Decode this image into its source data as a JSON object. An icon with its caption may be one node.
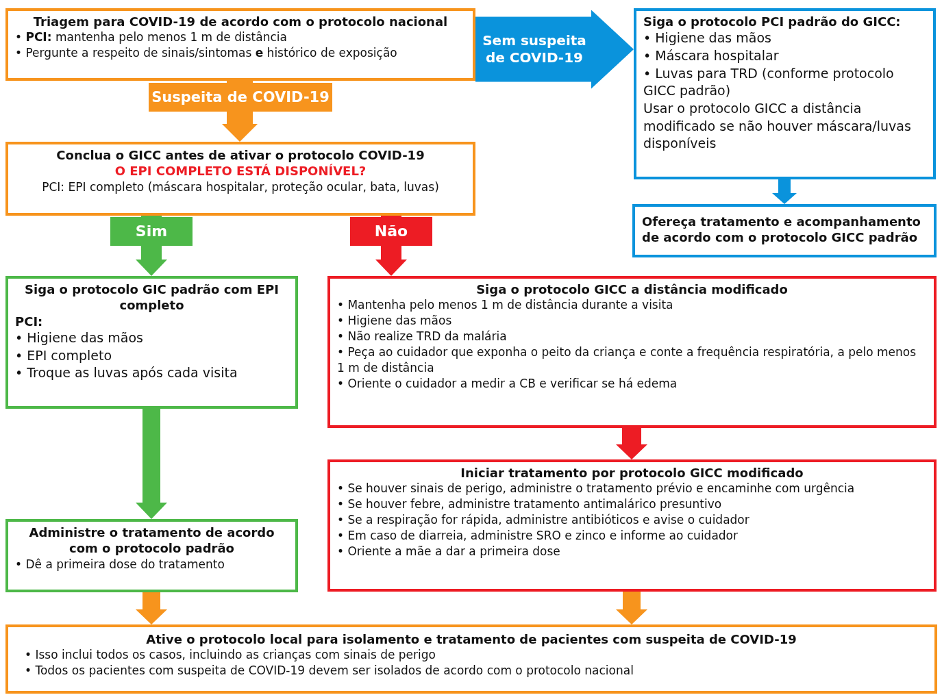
{
  "diagram": {
    "nodes": [
      {
        "text": [
          "Triagem para COVID-19 de acordo com o protocolo nacional",
          "• **PCI:** mantenha pelo menos 1 m de distância",
          "• Pergunte a respeito de sinais/sintomas **e** histórico de exposição"
        ]
      },
      {
        "text": [
          "Siga o protocolo PCI padrão do GICC:",
          "• Higiene das mãos",
          "• Máscara hospitalar",
          "• Luvas para TRD (conforme protocolo GICC padrão)",
          "Usar o protocolo GICC a distância modificado se não houver máscara/luvas disponíveis"
        ]
      },
      {
        "text": [
          "Ofereça tratamento e acompanhamento de acordo com o protocolo GICC padrão"
        ]
      },
      {
        "text": [
          "Conclua o GICC antes de ativar o protocolo COVID-19",
          "O EPI COMPLETO ESTÁ DISPONÍVEL?",
          "PCI: EPI completo (máscara hospitalar, proteção ocular, bata, luvas)"
        ]
      },
      {
        "text": [
          "Siga o protocolo GIC padrão com EPI completo",
          "PCI:",
          "• Higiene das mãos",
          "• EPI completo",
          "• Troque as luvas após cada visita"
        ]
      },
      {
        "text": [
          "Siga o protocolo GICC a distância modificado",
          "• Mantenha pelo menos 1 m de distância durante a visita",
          "• Higiene das mãos",
          "• Não realize TRD da malária",
          "• Peça ao cuidador que exponha o peito da criança e conte a frequência respiratória, a pelo menos 1 m de distância",
          "• Oriente o cuidador a medir a CB e verificar se há edema"
        ]
      },
      {
        "text": [
          "Iniciar tratamento por protocolo GICC modificado",
          "• Se houver sinais de perigo, administre o tratamento prévio e encaminhe com urgência",
          "• Se houver febre, administre tratamento antimalárico presuntivo",
          "• Se a respiração for rápida, administre antibióticos e avise o cuidador",
          "• Em caso de diarreia, administre SRO e zinco e informe ao cuidador",
          "• Oriente a mãe a dar a primeira dose"
        ]
      },
      {
        "text": [
          "Administre o tratamento de acordo com o protocolo padrão",
          "• Dê a primeira dose do tratamento"
        ]
      },
      {
        "text": [
          "Ative o protocolo local para isolamento e tratamento de pacientes com suspeita de COVID-19",
          "• Isso inclui todos os casos, incluindo as crianças com sinais de perigo",
          "• Todos os pacientes com suspeita de COVID-19 devem ser isolados de acordo com o protocolo nacional"
        ]
      }
    ],
    "edges": [
      {
        "from": 0,
        "to": 1,
        "arrow": "to",
        "label": "Sem suspeita de COVID-19",
        "style": "thick",
        "color": "#0a93dc"
      },
      {
        "from": 0,
        "to": 3,
        "arrow": "to",
        "label": "Suspeita de COVID-19"
      },
      {
        "from": 1,
        "to": 2,
        "arrow": "to",
        "color": "#0a93dc"
      },
      {
        "from": 3,
        "to": 4,
        "arrow": "to",
        "label": "Sim",
        "color": "#4db848"
      },
      {
        "from": 3,
        "to": 5,
        "arrow": "to",
        "label": "Não",
        "color": "#ed1c24"
      },
      {
        "from": 5,
        "to": 6,
        "arrow": "to",
        "color": "#ed1c24"
      },
      {
        "from": 4,
        "to": 7,
        "arrow": "to",
        "color": "#4db848"
      },
      {
        "from": 7,
        "to": 8,
        "arrow": "to"
      },
      {
        "from": 6,
        "to": 8,
        "arrow": "to"
      }
    ]
  }
}
